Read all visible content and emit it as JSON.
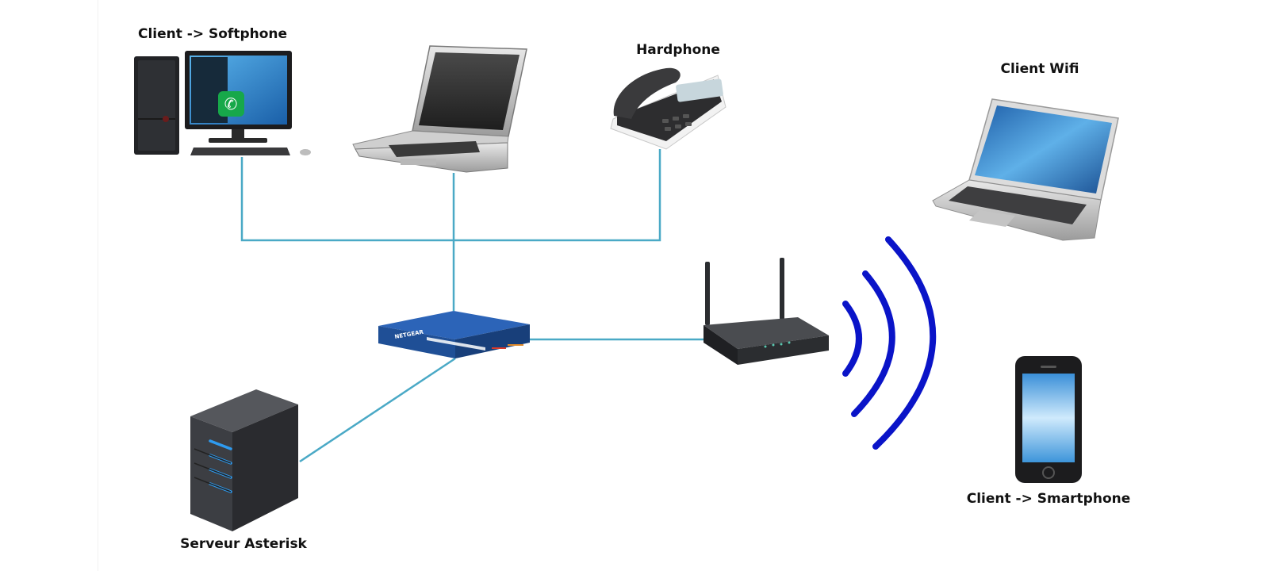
{
  "labels": {
    "softphone": "Client -> Softphone",
    "hardphone": "Hardphone",
    "wifi_client": "Client Wifi",
    "smartphone": "Client -> Smartphone",
    "server": "Serveur Asterisk"
  },
  "switch_brand": "NETGEAR",
  "colors": {
    "cable": "#4aa9c6",
    "wifi_waves": "#0a14c8",
    "server_body": "#3c3e43",
    "server_led": "#2e9bf0",
    "router_body": "#2b2d30",
    "switch_body": "#1f4f96",
    "screen_blue": "#2f8fd6",
    "phone_body": "#2c2c2e"
  },
  "icons": [
    "desktop-pc-icon",
    "softphone-app-icon",
    "laptop-icon",
    "desk-phone-icon",
    "macbook-icon",
    "switch-icon",
    "router-icon",
    "wifi-waves-icon",
    "smartphone-icon",
    "server-tower-icon"
  ]
}
